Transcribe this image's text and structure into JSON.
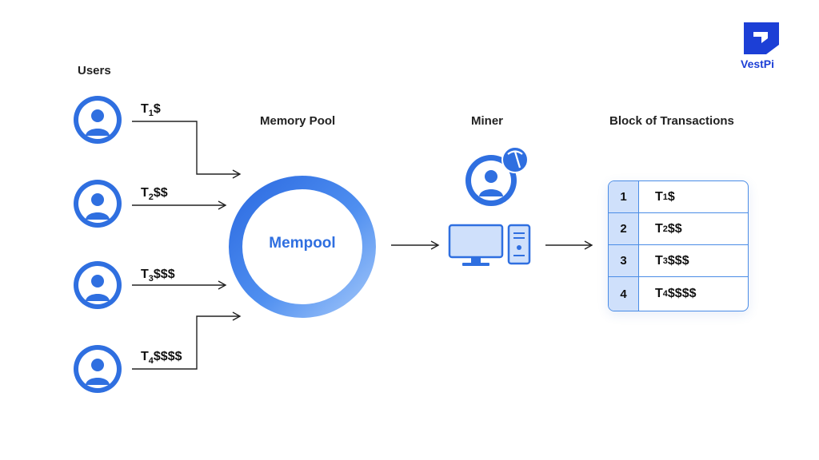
{
  "headings": {
    "users": "Users",
    "memory_pool": "Memory Pool",
    "miner": "Miner",
    "block": "Block of Transactions"
  },
  "logo": {
    "text": "VestPi"
  },
  "mempool": {
    "label": "Mempool"
  },
  "transactions": [
    {
      "base": "T",
      "sub": "1",
      "amount": "$"
    },
    {
      "base": "T",
      "sub": "2",
      "amount": "$$"
    },
    {
      "base": "T",
      "sub": "3",
      "amount": "$$$"
    },
    {
      "base": "T",
      "sub": "4",
      "amount": "$$$$"
    }
  ],
  "block_rows": [
    {
      "num": "1",
      "base": "T",
      "sub": "1",
      "amount": "$"
    },
    {
      "num": "2",
      "base": "T",
      "sub": "2",
      "amount": "$$"
    },
    {
      "num": "3",
      "base": "T",
      "sub": "3",
      "amount": "$$$"
    },
    {
      "num": "4",
      "base": "T",
      "sub": "4",
      "amount": "$$$$"
    }
  ],
  "colors": {
    "accent": "#2f6fe0",
    "dark_blue": "#1c3fd6",
    "light_blue": "#cfe0fb",
    "line": "#222222"
  },
  "icons": [
    "user-icon",
    "pickaxe-icon",
    "monitor-icon",
    "computer-tower-icon",
    "vestpi-logo-icon"
  ]
}
